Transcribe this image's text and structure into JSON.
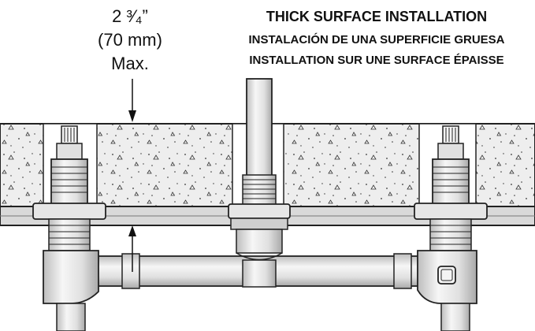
{
  "dimension": {
    "line1": "2 ³⁄₄”",
    "line2": "(70 mm)",
    "line3": "Max."
  },
  "title": {
    "english": "THICK SURFACE INSTALLATION",
    "spanish": "INSTALACIÓN DE UNA SUPERFICIE GRUESA",
    "french": "INSTALLATION SUR UNE SURFACE ÉPAISSE"
  }
}
